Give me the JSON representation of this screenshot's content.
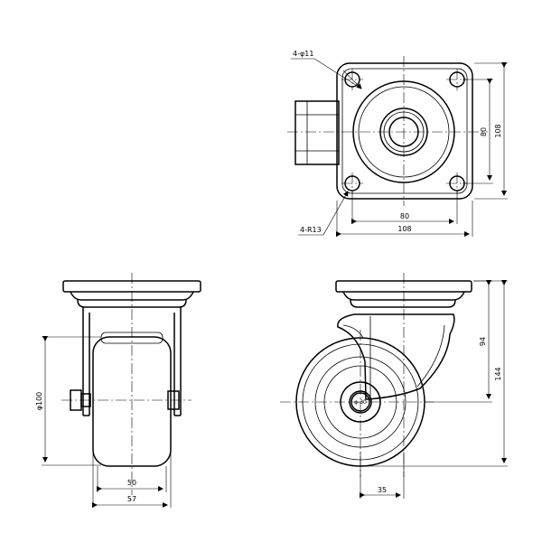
{
  "top_view": {
    "hole_callout": "4-φ11",
    "radius_callout": "4-R13",
    "dim_hole_pitch_h": "80",
    "dim_plate_h": "108",
    "dim_hole_pitch_v": "80",
    "dim_plate_v": "108"
  },
  "front_view": {
    "dim_wheel_dia": "φ100",
    "dim_tread_width": "50",
    "dim_overall_width": "57"
  },
  "side_view": {
    "axle_callout": "φ-30",
    "dim_offset": "35",
    "dim_upper": "94",
    "dim_overall_height": "144"
  }
}
